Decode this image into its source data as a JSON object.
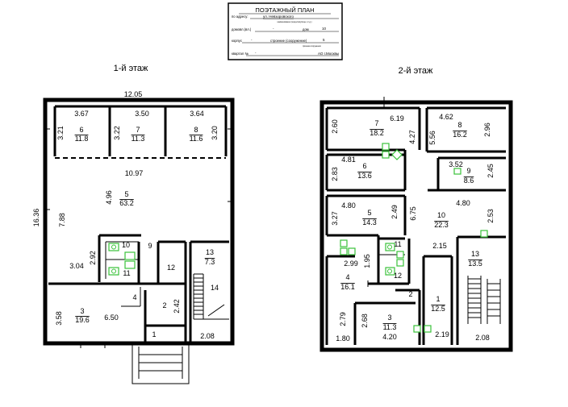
{
  "stamp": {
    "title": "ПОЭТАЖНЫЙ ПЛАН",
    "address_prefix": "по адресу:",
    "street": "ул. Невзоровского",
    "street_note": "наименование (переулок/улица, и т.д.)",
    "house_label": "домовл.(вл.)",
    "house_value": "-",
    "dom_label": "дом",
    "dom_value": "10",
    "korpus_label": "корпус",
    "korpus_value": "-",
    "stroenie_label": "строение (сооружение)",
    "stroenie_value": "5",
    "stroenie_note": "признак сооружения",
    "kvartal_label": "квартал №",
    "kvartal_value": "-",
    "org": "АО г.Москвы"
  },
  "floor1": {
    "title": "1-й этаж",
    "labels": {
      "w_total": "12.05",
      "h_total": "16.36",
      "a_w": "3.67",
      "a_h": "3.21",
      "a_no": "6",
      "a_area": "11.8",
      "b_w": "3.50",
      "b_h": "3.22",
      "b_no": "7",
      "b_area": "11.3",
      "c_w": "3.64",
      "c_h": "3.20",
      "c_no": "8",
      "c_area": "11.6",
      "hall_w": "10.97",
      "hall_h": "7.88",
      "hall_h2": "4.96",
      "hall_no": "5",
      "hall_area": "63.2",
      "d1": "3.04",
      "d2": "2.92",
      "r9": "9",
      "r10": "10",
      "r11": "11",
      "r12": "12",
      "r13_no": "13",
      "r13_area": "7.3",
      "r14": "14",
      "r3_h": "3.58",
      "r3_no": "3",
      "r3_area": "19.6",
      "r3_w": "6.50",
      "r4": "4",
      "r2": "2",
      "r2_h": "2.42",
      "r1": "1",
      "stair_w": "2.08"
    }
  },
  "floor2": {
    "title": "2-й этаж",
    "labels": {
      "top_w": "6.19",
      "r7_h": "2.60",
      "r7_no": "7",
      "r7_area": "18.2",
      "r7_h2": "4.27",
      "r8_w": "4.62",
      "r8_h": "5.56",
      "r8_no": "8",
      "r8_area": "16.2",
      "r8_h2": "2.96",
      "r6_w": "4.81",
      "r6_h": "2.83",
      "r6_no": "6",
      "r6_area": "13.6",
      "r9_w": "3.52",
      "r9_no": "9",
      "r9_area": "8.6",
      "r9_h": "2.45",
      "r5_w": "4.80",
      "r5_h": "3.27",
      "r5_no": "5",
      "r5_area": "14.3",
      "r5_h2": "2.49",
      "r10_h": "6.75",
      "r10_no": "10",
      "r10_area": "22.3",
      "r10_w": "4.80",
      "r10_h2": "2.53",
      "d_299": "2.99",
      "d_195": "1.95",
      "r11": "11",
      "r12": "12",
      "d_215": "2.15",
      "r13_no": "13",
      "r13_area": "13.5",
      "r4_no": "4",
      "r4_area": "16.1",
      "r2": "2",
      "r1_no": "1",
      "r1_area": "12.5",
      "r1_w": "2.19",
      "d_279": "2.79",
      "d_268": "2.68",
      "r3_no": "3",
      "r3_area": "11.3",
      "r3_w": "4.20",
      "d_180": "1.80",
      "stair_w": "2.08"
    }
  }
}
